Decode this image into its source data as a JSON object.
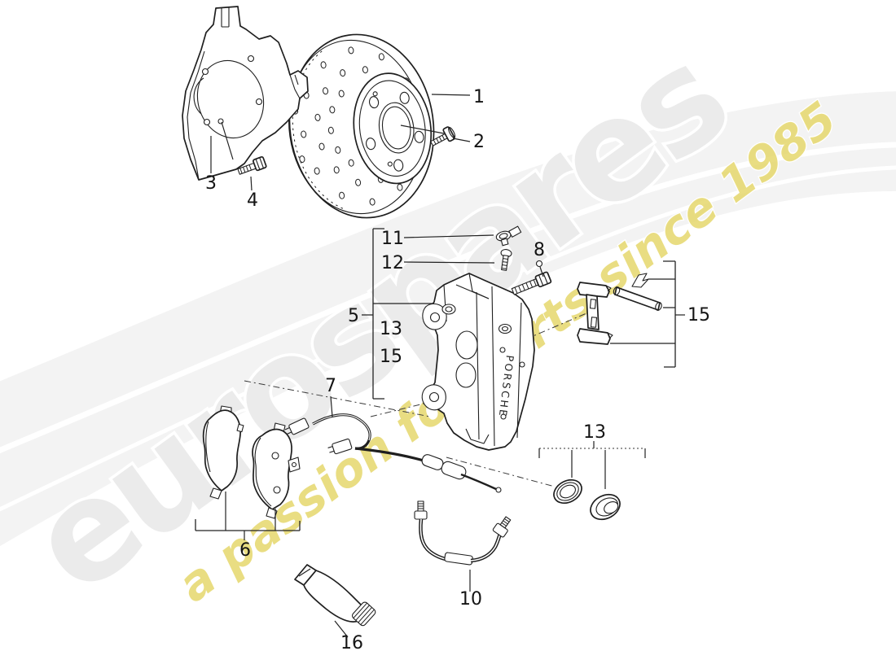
{
  "watermark": {
    "brand": "eurospares",
    "tagline": "a passion for parts since 1985",
    "brand_color": "#ebebeb",
    "tagline_color": "#e3d45f"
  },
  "caliper": {
    "embossed_text": "PORSCHE"
  },
  "callouts": {
    "disc": "1",
    "disc_screw": "2",
    "splash_shield": "3",
    "shield_bolt": "4",
    "caliper": "5",
    "pads": "6",
    "wear_sensor": "7",
    "guide_bolt": "8",
    "brake_hose": "10",
    "bleeder_cap": "11",
    "bleeder_valve": "12",
    "seal_kit": "13",
    "spring_kit": "15",
    "grease_tube": "16"
  }
}
